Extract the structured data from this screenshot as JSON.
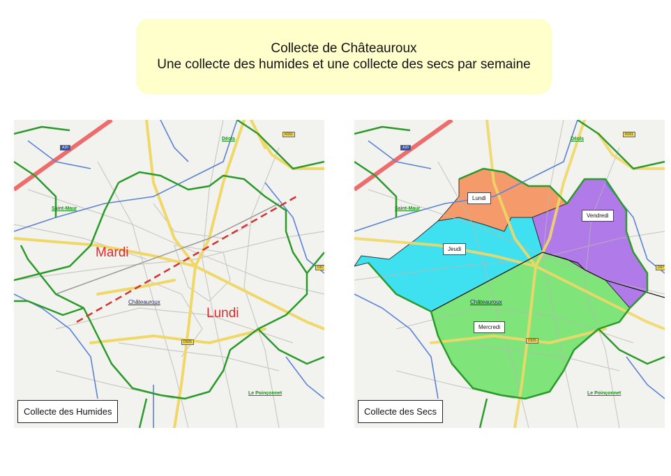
{
  "banner": {
    "line1": "Collecte de Châteauroux",
    "line2": "Une collecte des humides et une collecte des secs par semaine"
  },
  "colors": {
    "banner_bg": "#ffffcc",
    "boundary": "#2a9a2a",
    "day_text": "#dd2b2b",
    "lundi_zone": "#f59a6a",
    "vendredi_zone": "#b07ae8",
    "jeudi_zone": "#3fe0ef",
    "mercredi_zone": "#7fe47a",
    "river": "#5b82d6",
    "road_major": "#f0d868"
  },
  "map_left": {
    "legend": "Collecte des Humides",
    "days": {
      "mardi": "Mardi",
      "lundi": "Lundi"
    },
    "places": {
      "deols": "Déols",
      "saint_maur": "Saint-Maur",
      "chateauroux": "Châteauroux",
      "le_poinconnet": "Le Poinçonnet"
    },
    "shields": {
      "a20": "A20",
      "n151": "N151",
      "d925": "D925",
      "d67": "D67"
    }
  },
  "map_right": {
    "legend": "Collecte des Secs",
    "zones": {
      "lundi": "Lundi",
      "vendredi": "Vendredi",
      "jeudi": "Jeudi",
      "mercredi": "Mercredi"
    },
    "places": {
      "deols": "Déols",
      "saint_maur": "Saint-Maur",
      "chateauroux": "Châteauroux",
      "le_poinconnet": "Le Poinçonnet"
    },
    "shields": {
      "a20": "A20",
      "n151": "N151",
      "d925": "D925",
      "d67": "D67"
    }
  }
}
